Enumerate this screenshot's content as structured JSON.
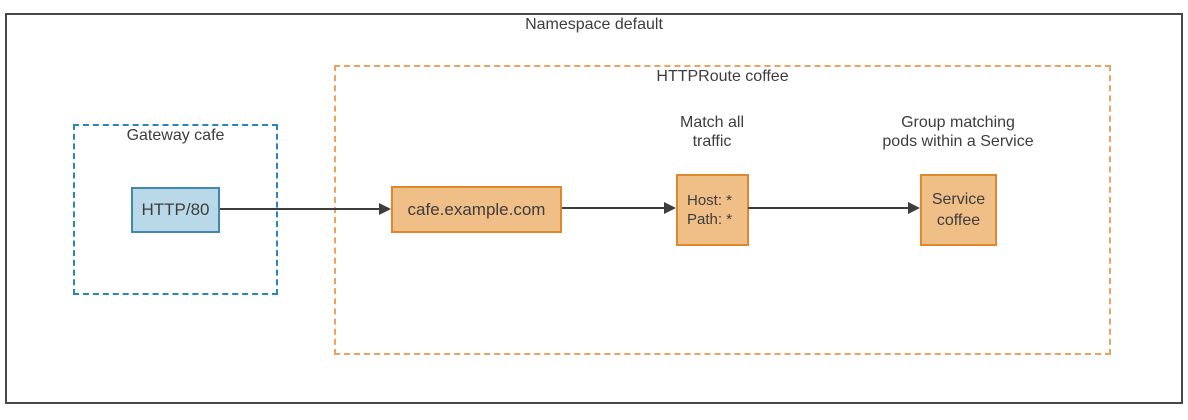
{
  "namespace": {
    "label": "Namespace default"
  },
  "gateway": {
    "label": "Gateway cafe",
    "listener": "HTTP/80"
  },
  "httproute": {
    "label": "HTTPRoute coffee",
    "hostname": "cafe.example.com",
    "match_annotation": {
      "line1": "Match all",
      "line2": "traffic"
    },
    "match_rule": {
      "line1": "Host: *",
      "line2": "Path: *"
    },
    "service_annotation": {
      "line1": "Group matching",
      "line2": "pods within a Service"
    },
    "service": {
      "line1": "Service",
      "line2": "coffee"
    }
  },
  "colors": {
    "blue-fill": "#b9d8e8",
    "blue-border": "#4288ae",
    "blue-dashed": "#2787ba",
    "orange-fill": "#f0be87",
    "orange-border": "#e0862f",
    "orange-dashed": "#eda35f",
    "arrow": "#3d3d3d",
    "text": "#3d3d3d",
    "frame": "#474747"
  }
}
